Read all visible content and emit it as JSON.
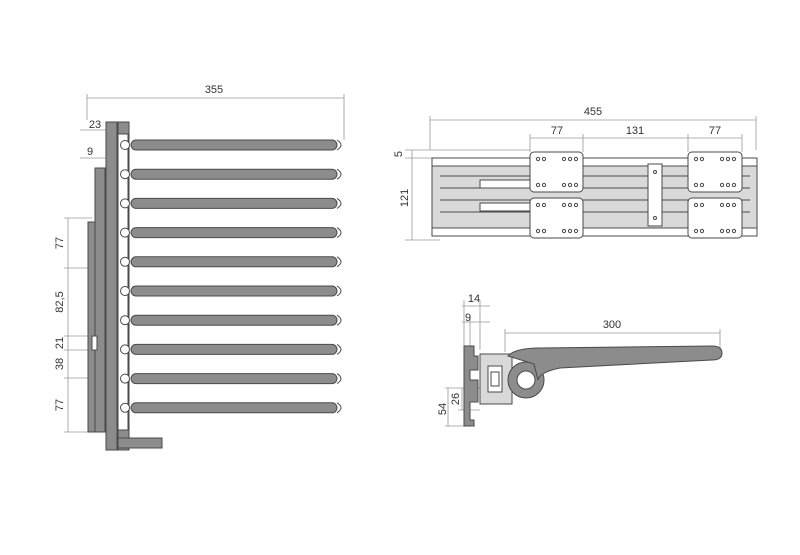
{
  "front_view": {
    "dims": {
      "overall_width": "355",
      "bracket_width": "23",
      "offset": "9",
      "spacing_top": "77",
      "spacing_middle": "82,5",
      "mount_height": "21",
      "spacing_lower": "38",
      "spacing_bottom": "77"
    }
  },
  "top_view": {
    "dims": {
      "overall_length": "455",
      "left_block": "77",
      "center_gap": "131",
      "right_block": "77",
      "offset": "5",
      "height": "121"
    }
  },
  "side_view": {
    "dims": {
      "arm_length": "300",
      "outer_offset": "14",
      "inner_offset": "9",
      "inner_height": "26",
      "total_height": "54"
    }
  },
  "colors": {
    "part_fill": "#8c8c8c",
    "part_light": "#d9d9d9",
    "outline": "#4a4a4a",
    "dimension": "#9a9a9a"
  }
}
